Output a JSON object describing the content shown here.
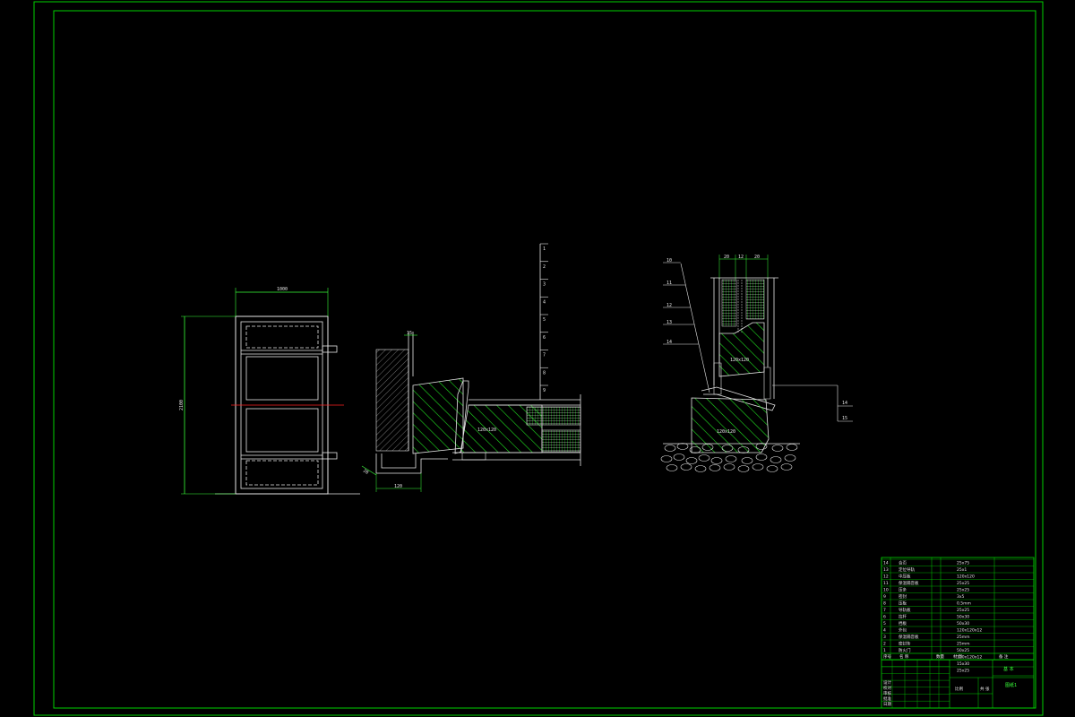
{
  "colors": {
    "background": "#000000",
    "frame": "#00d100",
    "line": "#e6e6e6",
    "dim": "#39ff39",
    "hatch": "#1fdc1f",
    "centerline": "#ff2020"
  },
  "door_view": {
    "width_label": "1000",
    "height_label": "2100"
  },
  "section_a": {
    "top_dim": "15",
    "bottom_dim": "120",
    "corner_dim": "20",
    "beam_label": "120x120",
    "levels": [
      "1",
      "2",
      "3",
      "4",
      "5",
      "6",
      "7",
      "8",
      "9"
    ]
  },
  "section_b": {
    "top_dims": [
      "20",
      "12",
      "20"
    ],
    "beam_upper": "120x120",
    "beam_lower": "120x120",
    "leaders_left": [
      "10",
      "11",
      "12",
      "13",
      "14"
    ],
    "leaders_right": [
      "14",
      "15"
    ]
  },
  "title_block": {
    "parts_rows": [
      {
        "no": "14",
        "name": "合页",
        "spec": "25x75"
      },
      {
        "no": "13",
        "name": "定位导轨",
        "spec": "25x1"
      },
      {
        "no": "12",
        "name": "中压板",
        "spec": "120x120"
      },
      {
        "no": "11",
        "name": "保温隔音板",
        "spec": "25x25"
      },
      {
        "no": "10",
        "name": "压条",
        "spec": "25x25"
      },
      {
        "no": "9",
        "name": "密封",
        "spec": "3x5"
      },
      {
        "no": "8",
        "name": "压板",
        "spec": "0.5mm"
      },
      {
        "no": "7",
        "name": "导轨板",
        "spec": "25x25"
      },
      {
        "no": "6",
        "name": "拉杆",
        "spec": "50x30"
      },
      {
        "no": "5",
        "name": "挡板",
        "spec": "50x30"
      },
      {
        "no": "4",
        "name": "外包",
        "spec": "120x120x12"
      },
      {
        "no": "3",
        "name": "保温隔音板",
        "spec": "25mm"
      },
      {
        "no": "2",
        "name": "密封条",
        "spec": "25mm"
      },
      {
        "no": "1",
        "name": "防火门",
        "spec": "50x25"
      }
    ],
    "extra_specs": [
      "120x120x12",
      "15x30",
      "25x25"
    ],
    "headers": {
      "no": "序号",
      "name": "名 称",
      "qty": "数量",
      "material": "材 料",
      "note": "备 注"
    },
    "project": "基 本",
    "drawing_name": "图纸1",
    "sign_labels": [
      "设计",
      "校对",
      "审核",
      "批准",
      "日期"
    ],
    "scale_label": "比例",
    "sheet_label": "共 张"
  }
}
